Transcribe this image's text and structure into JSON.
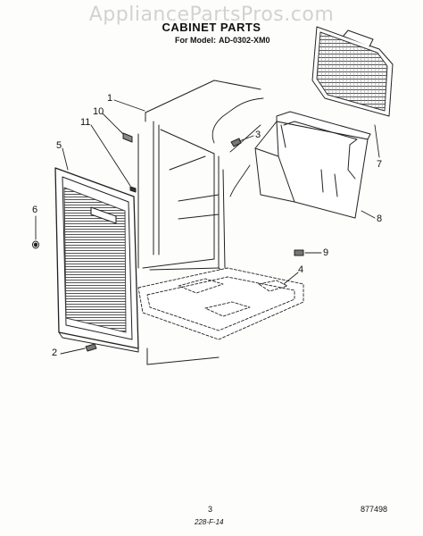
{
  "header": {
    "watermark": "AppliancePartsPros.com",
    "title": "CABINET PARTS",
    "model_prefix": "For Model:",
    "model_number": "AD-0302-XM0"
  },
  "callouts": [
    "1",
    "2",
    "3",
    "4",
    "5",
    "6",
    "7",
    "8",
    "9",
    "10",
    "11"
  ],
  "footer": {
    "page_number": "3",
    "doc_code": "877498",
    "date_code": "228-F-14"
  }
}
